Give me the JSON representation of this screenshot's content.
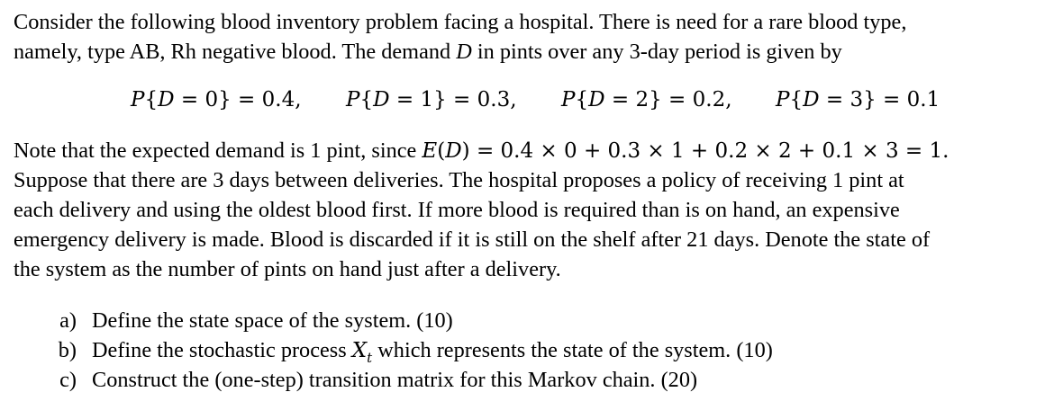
{
  "problem": {
    "intro_line1": "Consider the following blood inventory problem facing a hospital. There is need for a rare blood type,",
    "intro_line2_a": "namely, type AB, Rh negative blood. The demand ",
    "intro_line2_var": "D",
    "intro_line2_b": " in pints over any 3-day period is given by",
    "equations": [
      {
        "p": "P",
        "open": "{",
        "var": "D",
        "rest": " = 0} = 0.4,"
      },
      {
        "p": "P",
        "open": "{",
        "var": "D",
        "rest": " = 1} = 0.3,"
      },
      {
        "p": "P",
        "open": "{",
        "var": "D",
        "rest": " = 2} = 0.2,"
      },
      {
        "p": "P",
        "open": "{",
        "var": "D",
        "rest": " = 3} = 0.1"
      }
    ],
    "note_a": "Note that the expected demand is 1 pint, since ",
    "note_E": "E",
    "note_paren_open": "(",
    "note_D": "D",
    "note_expr": ") = 0.4 × 0 + 0.3 × 1 + 0.2 × 2 + 0.1 × 3 = 1.",
    "body_line2": "Suppose that there are 3 days between deliveries. The hospital proposes a policy of receiving 1 pint at",
    "body_line3": "each delivery and using the oldest blood first. If more blood is required than is on hand, an expensive",
    "body_line4": "emergency delivery is made. Blood is discarded if it is still on the shelf after 21 days. Denote the state of",
    "body_line5": "the system as the number of pints on hand just after a delivery."
  },
  "questions": [
    {
      "label": "a)",
      "text": "Define the state space of the system. (10)"
    },
    {
      "label": "b)",
      "text_a": "Define the stochastic process ",
      "var": "X",
      "sub": "t",
      "text_b": " which represents the state of the system. (10)"
    },
    {
      "label": "c)",
      "text": "Construct the (one-step) transition matrix for this Markov chain. (20)"
    }
  ]
}
